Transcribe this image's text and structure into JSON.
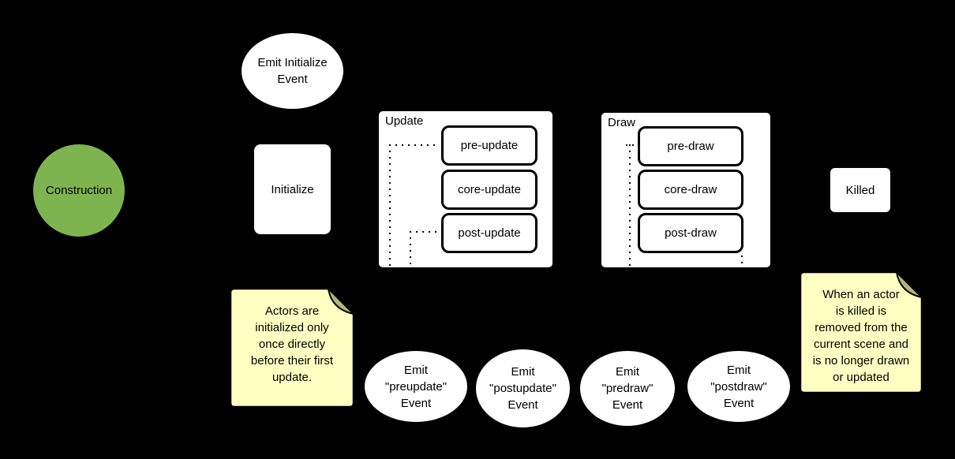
{
  "diagram": {
    "background_color": "#000000",
    "construction": {
      "label": "Construction",
      "fill": "#7DB450"
    },
    "emit_initialize": {
      "line1": "Emit Initialize",
      "line2": "Event"
    },
    "initialize": {
      "label": "Initialize"
    },
    "update": {
      "title": "Update",
      "steps": [
        "pre-update",
        "core-update",
        "post-update"
      ]
    },
    "draw": {
      "title": "Draw",
      "steps": [
        "pre-draw",
        "core-draw",
        "post-draw"
      ]
    },
    "killed": {
      "label": "Killed"
    },
    "emit_events": [
      {
        "line1": "Emit",
        "line2": "\"preupdate\"",
        "line3": "Event"
      },
      {
        "line1": "Emit",
        "line2": "\"postupdate\"",
        "line3": "Event"
      },
      {
        "line1": "Emit",
        "line2": "\"predraw\"",
        "line3": "Event"
      },
      {
        "line1": "Emit",
        "line2": "\"postdraw\"",
        "line3": "Event"
      }
    ],
    "notes": {
      "fill": "#FFFFC2",
      "fold_fill": "#B5B578",
      "initialize_note": {
        "lines": [
          "Actors are",
          "initialized only",
          "once directly",
          "before their first",
          "update."
        ]
      },
      "killed_note": {
        "lines": [
          "When an actor",
          "is killed is",
          "removed from the",
          "current scene and",
          "is no longer drawn",
          "or updated"
        ]
      }
    }
  }
}
